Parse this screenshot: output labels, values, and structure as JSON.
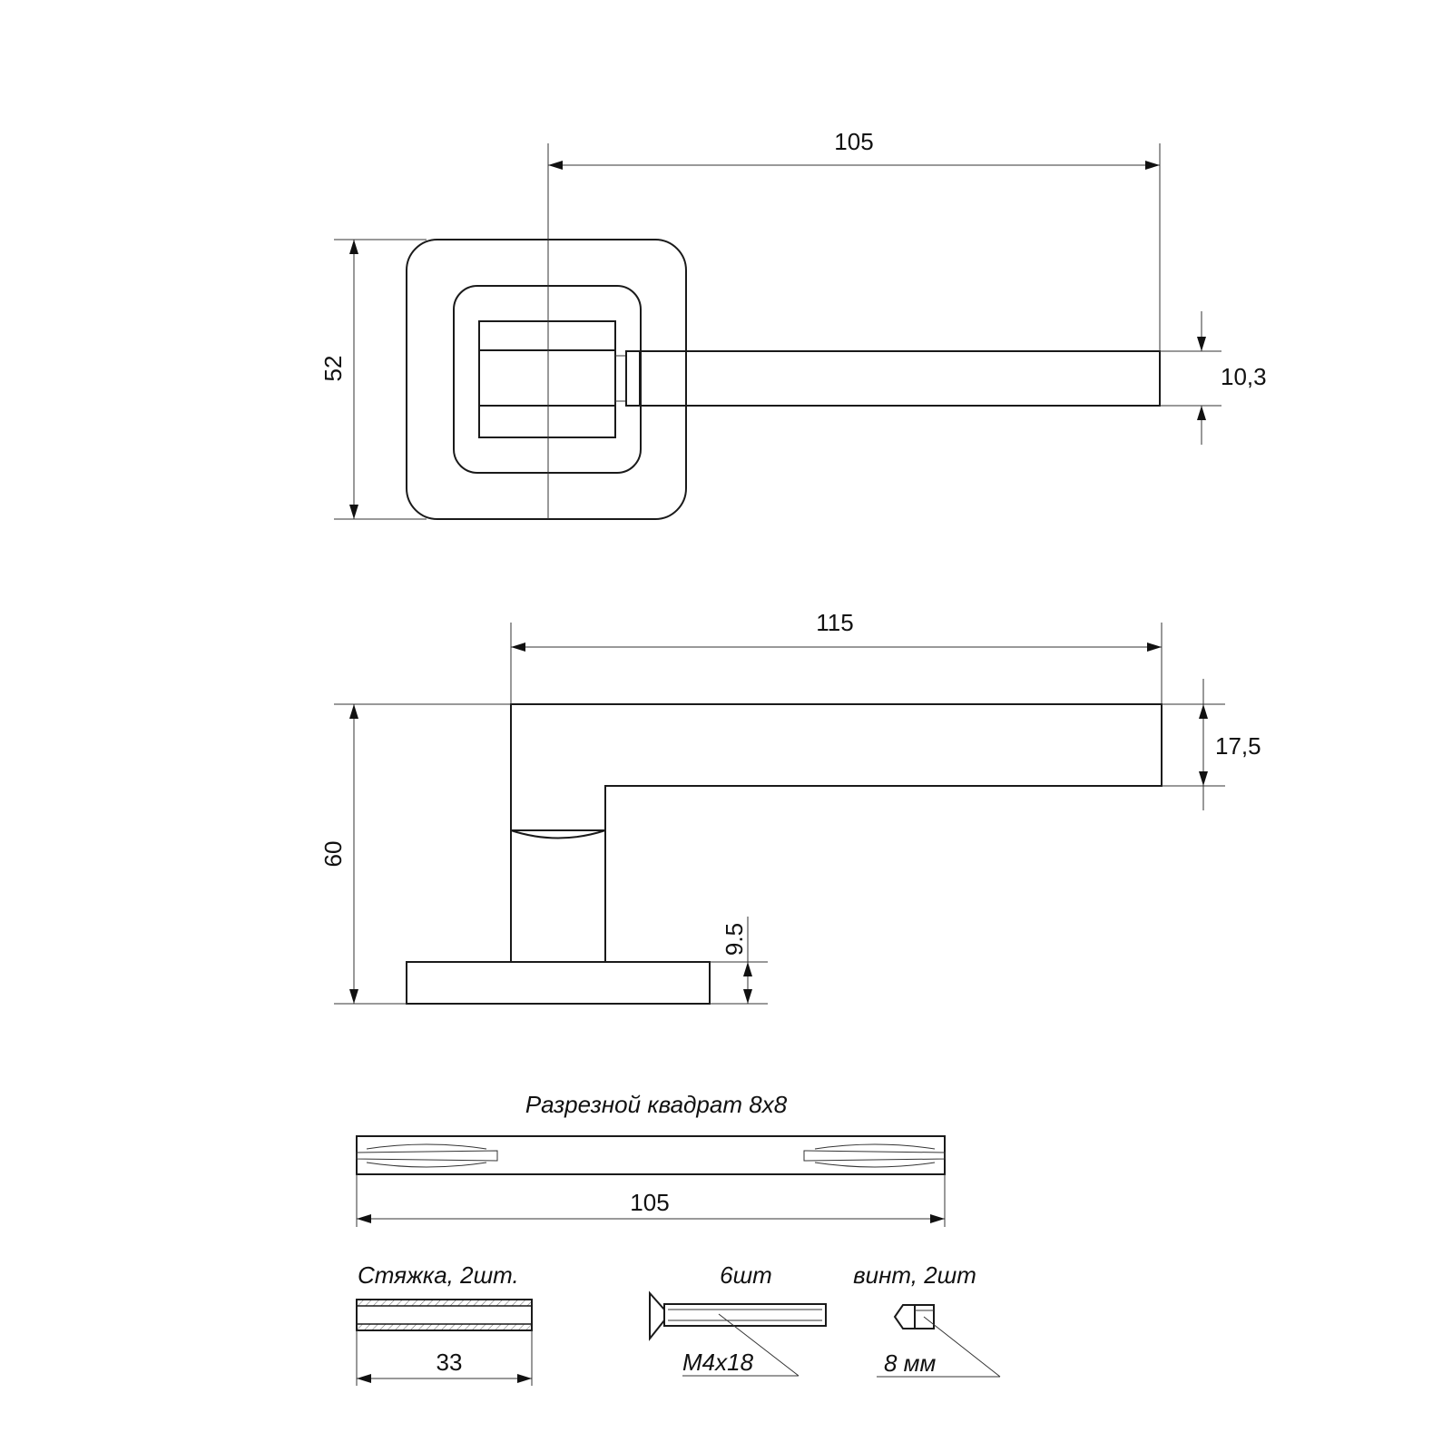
{
  "top_view": {
    "dim_length": "105",
    "dim_height": "52",
    "dim_lever": "10,3"
  },
  "side_view": {
    "dim_length": "115",
    "dim_height": "60",
    "dim_lever": "17,5",
    "dim_base": "9.5"
  },
  "parts": {
    "spindle_label": "Разрезной квадрат 8x8",
    "spindle_length": "105",
    "coupling_label": "Стяжка, 2шт.",
    "coupling_length": "33",
    "screws_count": "6шт",
    "screws_size": "M4x18",
    "setscrew_label": "винт, 2шт",
    "setscrew_size": "8 мм"
  }
}
